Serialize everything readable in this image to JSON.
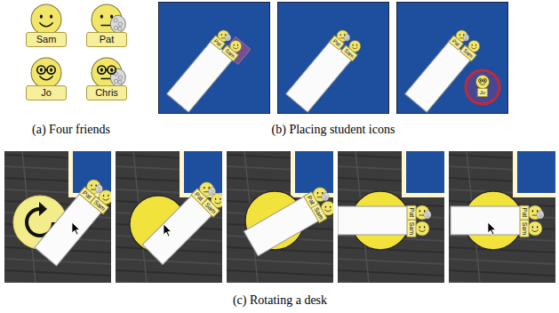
{
  "diagram": {
    "nodes": [
      {
        "text": [
          "Sam"
        ]
      },
      {
        "text": [
          "Pat"
        ]
      },
      {
        "text": [
          "Jo"
        ]
      },
      {
        "text": [
          "Chris"
        ]
      }
    ],
    "labels": [
      "(a) Four friends",
      "(b) Placing student icons",
      "(c) Rotating a desk",
      "Pat",
      "Sam",
      "Pat",
      "Sam",
      "Pat",
      "Sam",
      "Jo",
      "Pat",
      "Sam",
      "Pat",
      "Sam",
      "Pat",
      "Sam",
      "Pat",
      "Sam",
      "Pat",
      "Sam"
    ]
  }
}
